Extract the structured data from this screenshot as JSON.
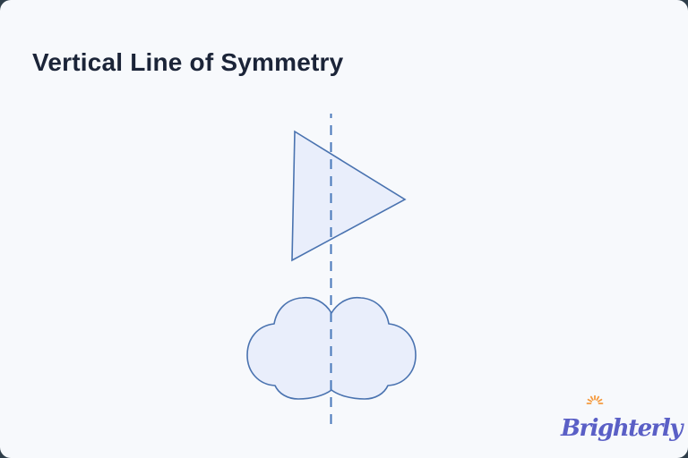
{
  "card": {
    "title": "Vertical Line of Symmetry"
  },
  "diagram": {
    "shapes": [
      {
        "name": "triangle",
        "orientation": "pointing-right"
      },
      {
        "name": "cloud",
        "orientation": "symmetric-about-line"
      }
    ],
    "symmetry_line": {
      "orientation": "vertical",
      "style": "dashed"
    }
  },
  "logo": {
    "text": "Brighterly"
  },
  "colors": {
    "outer_background": "#2f3e4a",
    "card_background": "#f7f9fc",
    "title_text": "#1b2438",
    "shape_stroke": "#4a73b0",
    "shape_fill": "#e9eefb",
    "dashed_line": "#4878ba",
    "logo_text": "#5a5fc6",
    "logo_sun": "#f59a3e"
  }
}
